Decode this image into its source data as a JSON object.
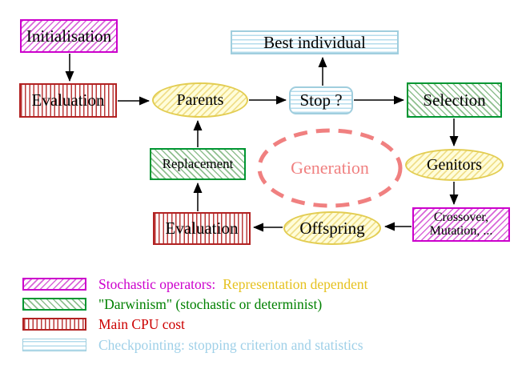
{
  "nodes": {
    "initialisation": "Initialisation",
    "evaluation_top": "Evaluation",
    "parents": "Parents",
    "best_individual": "Best individual",
    "stop": "Stop ?",
    "selection": "Selection",
    "genitors": "Genitors",
    "crossover_line1": "Crossover,",
    "crossover_line2": "Mutation, ...",
    "offspring": "Offspring",
    "evaluation_bottom": "Evaluation",
    "replacement": "Replacement",
    "generation": "Generation"
  },
  "legend": {
    "rows": [
      {
        "swatch_icon": "magenta-diagonal-hatch-swatch",
        "label": "Stochastic operators:",
        "label2": "Representation dependent"
      },
      {
        "swatch_icon": "green-diagonal-hatch-swatch",
        "label": "\"Darwinism\" (stochastic or determinist)"
      },
      {
        "swatch_icon": "red-vertical-stripes-swatch",
        "label": "Main CPU cost"
      },
      {
        "swatch_icon": "cyan-horizontal-stripes-swatch",
        "label": "Checkpointing: stopping criterion and statistics"
      }
    ]
  },
  "colors": {
    "magenta_border": "#cc00cc",
    "green_border": "#009632",
    "green_text": "#008000",
    "red_border": "#b22222",
    "red_text": "#cc0000",
    "cyan_border": "#a0cede",
    "cyan_text": "#9fd0e8",
    "gold_text": "#e6c220",
    "yellow_ellipse_border": "#e3cd52",
    "coral_dashed": "#f08080"
  }
}
